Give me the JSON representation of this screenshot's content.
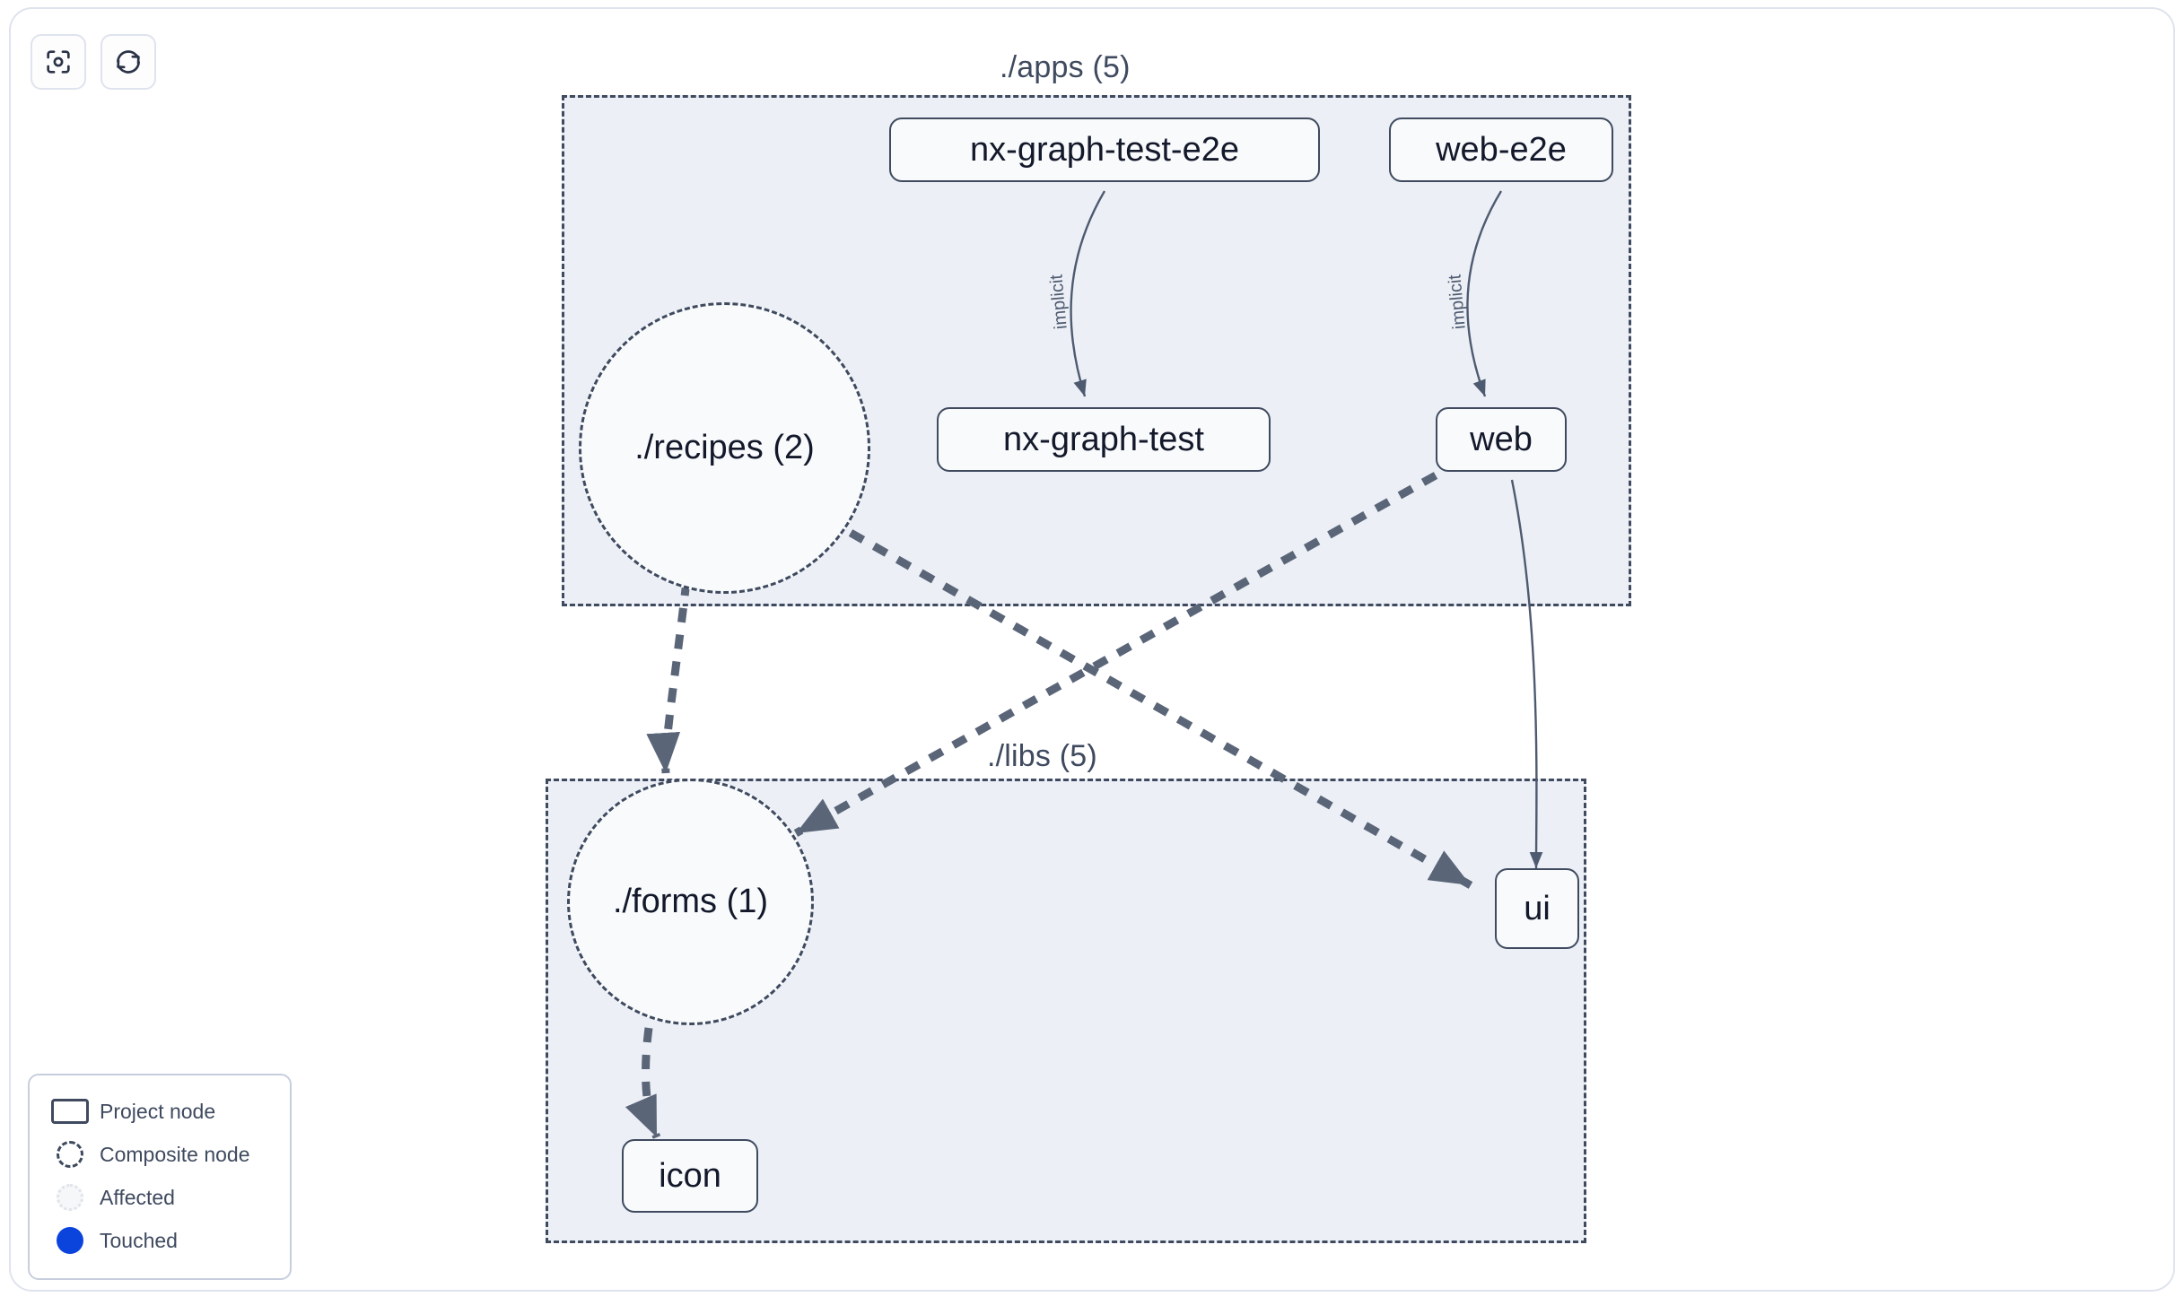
{
  "toolbar": {
    "buttons": [
      {
        "name": "focus-graph-button",
        "icon": "viewfinder-icon",
        "label": ""
      },
      {
        "name": "refresh-graph-button",
        "icon": "refresh-icon",
        "label": ""
      }
    ]
  },
  "graph": {
    "groups": [
      {
        "id": "apps",
        "label": "./apps (5)"
      },
      {
        "id": "libs",
        "label": "./libs (5)"
      }
    ],
    "nodes": [
      {
        "id": "nx-graph-test-e2e",
        "label": "nx-graph-test-e2e",
        "type": "project",
        "group": "apps"
      },
      {
        "id": "web-e2e",
        "label": "web-e2e",
        "type": "project",
        "group": "apps"
      },
      {
        "id": "recipes",
        "label": "./recipes (2)",
        "type": "composite",
        "group": "apps"
      },
      {
        "id": "nx-graph-test",
        "label": "nx-graph-test",
        "type": "project",
        "group": "apps"
      },
      {
        "id": "web",
        "label": "web",
        "type": "project",
        "group": "apps"
      },
      {
        "id": "forms",
        "label": "./forms (1)",
        "type": "composite",
        "group": "libs"
      },
      {
        "id": "ui",
        "label": "ui",
        "type": "project",
        "group": "libs"
      },
      {
        "id": "icon",
        "label": "icon",
        "type": "project",
        "group": "libs"
      }
    ],
    "edges": [
      {
        "from": "nx-graph-test-e2e",
        "to": "nx-graph-test",
        "label": "implicit",
        "style": "solid"
      },
      {
        "from": "web-e2e",
        "to": "web",
        "label": "implicit",
        "style": "solid"
      },
      {
        "from": "recipes",
        "to": "forms",
        "label": "",
        "style": "dashed"
      },
      {
        "from": "recipes",
        "to": "ui",
        "label": "",
        "style": "dashed"
      },
      {
        "from": "web",
        "to": "forms",
        "label": "",
        "style": "dashed"
      },
      {
        "from": "web",
        "to": "ui",
        "label": "",
        "style": "solid"
      },
      {
        "from": "forms",
        "to": "icon",
        "label": "",
        "style": "dashed"
      }
    ]
  },
  "legend": {
    "items": [
      {
        "shape": "project-node-swatch",
        "label": "Project node"
      },
      {
        "shape": "composite-node-swatch",
        "label": "Composite node"
      },
      {
        "shape": "affected-swatch",
        "label": "Affected"
      },
      {
        "shape": "touched-swatch",
        "label": "Touched"
      }
    ]
  },
  "colors": {
    "group_fill": "#ecf0f6",
    "group_border": "#3f4a5f",
    "node_border": "#3f4a5f",
    "node_fill": "#f8fafc",
    "edge": "#4e5a70",
    "touched": "#0b43dd",
    "text": "#13182a"
  }
}
